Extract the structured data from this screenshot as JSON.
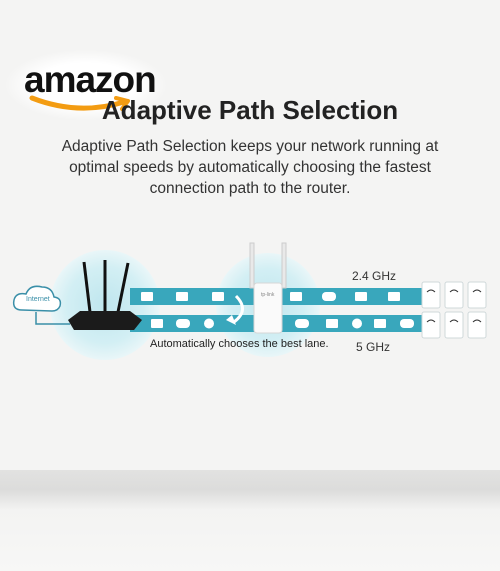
{
  "logo": {
    "text": "amazon"
  },
  "headline": "Adaptive Path Selection",
  "subtitle_lines": [
    "Adaptive Path Selection keeps your network running at",
    "optimal speeds by automatically choosing the fastest",
    "connection path to the router."
  ],
  "diagram": {
    "cloud_label": "Internet",
    "band_top_label": "2.4 GHz",
    "band_bottom_label": "5 GHz",
    "caption": "Automatically chooses the best lane.",
    "extender_brand": "tp-link",
    "top_lane_icons": [
      "mail-icon",
      "video-icon",
      "mail-icon",
      "gamepad-icon",
      "mail-icon",
      "video-icon",
      "gamepad-icon",
      "mail-icon",
      "video-icon"
    ],
    "bottom_lane_icons": [
      "mail-icon",
      "gamepad-icon",
      "play-icon",
      "mail-icon",
      "video-icon",
      "gamepad-icon",
      "video-icon",
      "play-icon",
      "mail-icon",
      "gamepad-icon"
    ],
    "devices": [
      "wifi-device-icon",
      "wifi-device-icon",
      "wifi-device-icon",
      "wifi-device-icon",
      "wifi-device-icon",
      "wifi-device-icon"
    ]
  },
  "colors": {
    "lane_teal": "#39a7bc",
    "glow": "#c8ebf1",
    "cloud": "#3a8fa8",
    "text_dark": "#222222"
  }
}
